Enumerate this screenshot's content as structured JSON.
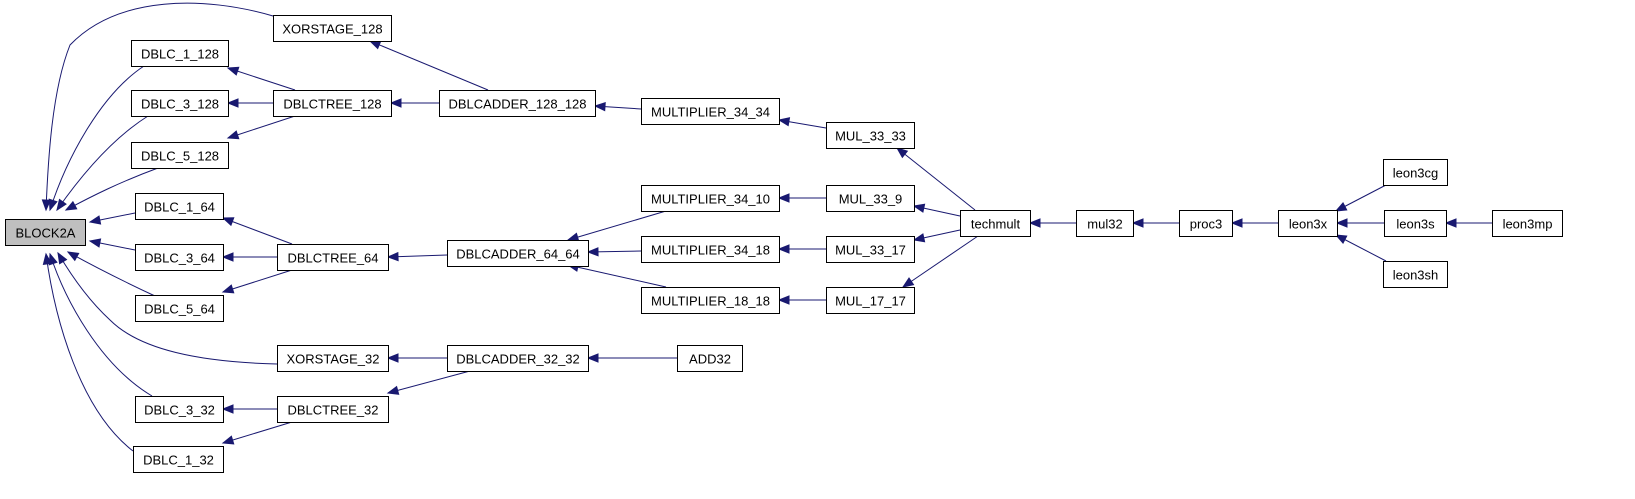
{
  "diagram": {
    "type": "call-graph",
    "colors": {
      "edge": "#191970",
      "root_fill": "#bfbfbf",
      "node_fill": "#ffffff",
      "border": "#000000"
    },
    "nodes": [
      {
        "id": "BLOCK2A",
        "label": "BLOCK2A",
        "root": true
      },
      {
        "id": "XORSTAGE_128",
        "label": "XORSTAGE_128"
      },
      {
        "id": "DBLC_1_128",
        "label": "DBLC_1_128"
      },
      {
        "id": "DBLC_3_128",
        "label": "DBLC_3_128"
      },
      {
        "id": "DBLC_5_128",
        "label": "DBLC_5_128"
      },
      {
        "id": "DBLCTREE_128",
        "label": "DBLCTREE_128"
      },
      {
        "id": "DBLCADDER_128_128",
        "label": "DBLCADDER_128_128"
      },
      {
        "id": "MULTIPLIER_34_34",
        "label": "MULTIPLIER_34_34"
      },
      {
        "id": "MUL_33_33",
        "label": "MUL_33_33"
      },
      {
        "id": "DBLC_1_64",
        "label": "DBLC_1_64"
      },
      {
        "id": "DBLC_3_64",
        "label": "DBLC_3_64"
      },
      {
        "id": "DBLC_5_64",
        "label": "DBLC_5_64"
      },
      {
        "id": "DBLCTREE_64",
        "label": "DBLCTREE_64"
      },
      {
        "id": "DBLCADDER_64_64",
        "label": "DBLCADDER_64_64"
      },
      {
        "id": "MULTIPLIER_34_10",
        "label": "MULTIPLIER_34_10"
      },
      {
        "id": "MULTIPLIER_34_18",
        "label": "MULTIPLIER_34_18"
      },
      {
        "id": "MULTIPLIER_18_18",
        "label": "MULTIPLIER_18_18"
      },
      {
        "id": "MUL_33_9",
        "label": "MUL_33_9"
      },
      {
        "id": "MUL_33_17",
        "label": "MUL_33_17"
      },
      {
        "id": "MUL_17_17",
        "label": "MUL_17_17"
      },
      {
        "id": "techmult",
        "label": "techmult"
      },
      {
        "id": "mul32",
        "label": "mul32"
      },
      {
        "id": "proc3",
        "label": "proc3"
      },
      {
        "id": "leon3x",
        "label": "leon3x"
      },
      {
        "id": "leon3cg",
        "label": "leon3cg"
      },
      {
        "id": "leon3s",
        "label": "leon3s"
      },
      {
        "id": "leon3sh",
        "label": "leon3sh"
      },
      {
        "id": "leon3mp",
        "label": "leon3mp"
      },
      {
        "id": "XORSTAGE_32",
        "label": "XORSTAGE_32"
      },
      {
        "id": "DBLCADDER_32_32",
        "label": "DBLCADDER_32_32"
      },
      {
        "id": "ADD32",
        "label": "ADD32"
      },
      {
        "id": "DBLC_3_32",
        "label": "DBLC_3_32"
      },
      {
        "id": "DBLCTREE_32",
        "label": "DBLCTREE_32"
      },
      {
        "id": "DBLC_1_32",
        "label": "DBLC_1_32"
      }
    ],
    "edges": [
      [
        "XORSTAGE_128",
        "BLOCK2A"
      ],
      [
        "DBLC_1_128",
        "BLOCK2A"
      ],
      [
        "DBLC_3_128",
        "BLOCK2A"
      ],
      [
        "DBLC_5_128",
        "BLOCK2A"
      ],
      [
        "DBLC_1_64",
        "BLOCK2A"
      ],
      [
        "DBLC_3_64",
        "BLOCK2A"
      ],
      [
        "DBLC_5_64",
        "BLOCK2A"
      ],
      [
        "XORSTAGE_32",
        "BLOCK2A"
      ],
      [
        "DBLC_3_32",
        "BLOCK2A"
      ],
      [
        "DBLC_1_32",
        "BLOCK2A"
      ],
      [
        "DBLCTREE_128",
        "DBLC_1_128"
      ],
      [
        "DBLCTREE_128",
        "DBLC_3_128"
      ],
      [
        "DBLCTREE_128",
        "DBLC_5_128"
      ],
      [
        "DBLCADDER_128_128",
        "XORSTAGE_128"
      ],
      [
        "DBLCADDER_128_128",
        "DBLCTREE_128"
      ],
      [
        "MULTIPLIER_34_34",
        "DBLCADDER_128_128"
      ],
      [
        "MUL_33_33",
        "MULTIPLIER_34_34"
      ],
      [
        "techmult",
        "MUL_33_33"
      ],
      [
        "DBLCTREE_64",
        "DBLC_1_64"
      ],
      [
        "DBLCTREE_64",
        "DBLC_3_64"
      ],
      [
        "DBLCTREE_64",
        "DBLC_5_64"
      ],
      [
        "DBLCADDER_64_64",
        "DBLCTREE_64"
      ],
      [
        "MULTIPLIER_34_10",
        "DBLCADDER_64_64"
      ],
      [
        "MULTIPLIER_34_18",
        "DBLCADDER_64_64"
      ],
      [
        "MULTIPLIER_18_18",
        "DBLCADDER_64_64"
      ],
      [
        "MUL_33_9",
        "MULTIPLIER_34_10"
      ],
      [
        "MUL_33_17",
        "MULTIPLIER_34_18"
      ],
      [
        "MUL_17_17",
        "MULTIPLIER_18_18"
      ],
      [
        "techmult",
        "MUL_33_9"
      ],
      [
        "techmult",
        "MUL_33_17"
      ],
      [
        "techmult",
        "MUL_17_17"
      ],
      [
        "mul32",
        "techmult"
      ],
      [
        "proc3",
        "mul32"
      ],
      [
        "leon3x",
        "proc3"
      ],
      [
        "leon3cg",
        "leon3x"
      ],
      [
        "leon3s",
        "leon3x"
      ],
      [
        "leon3sh",
        "leon3x"
      ],
      [
        "leon3mp",
        "leon3s"
      ],
      [
        "DBLCADDER_32_32",
        "XORSTAGE_32"
      ],
      [
        "DBLCADDER_32_32",
        "DBLCTREE_32"
      ],
      [
        "ADD32",
        "DBLCADDER_32_32"
      ],
      [
        "DBLCTREE_32",
        "DBLC_3_32"
      ],
      [
        "DBLCTREE_32",
        "DBLC_1_32"
      ]
    ]
  }
}
